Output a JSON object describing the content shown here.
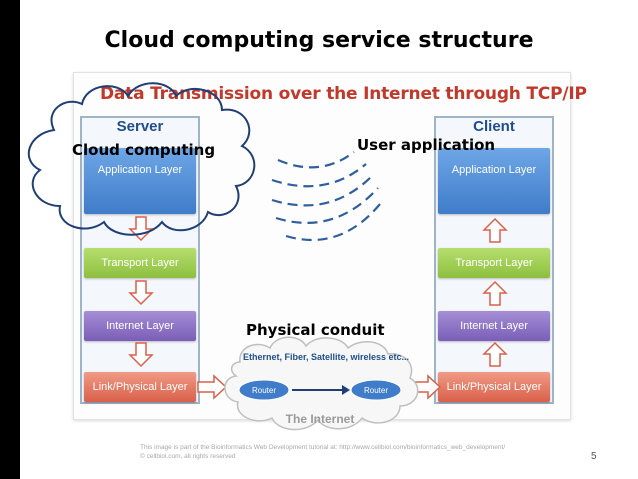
{
  "slide": {
    "title": "Cloud computing service structure",
    "page_number": "5",
    "footnote_line1": "This image is part of the Bioinformatics Web Development tutorial at: http://www.cellbiol.com/bioinformatics_web_development/",
    "footnote_line2": "© cellbiol.com, all rights reserved"
  },
  "diagram": {
    "title": "Data Transmission over the Internet through TCP/IP",
    "server": {
      "heading": "Server",
      "layers": [
        "Application Layer",
        "Transport Layer",
        "Internet Layer",
        "Link/Physical Layer"
      ]
    },
    "client": {
      "heading": "Client",
      "layers": [
        "Application Layer",
        "Transport Layer",
        "Internet Layer",
        "Link/Physical Layer"
      ]
    },
    "internet": {
      "media": "Ethernet, Fiber, Satellite, wireless etc...",
      "router_left": "Router",
      "router_right": "Router",
      "label": "The Internet"
    }
  },
  "annotations": {
    "cloud_computing": "Cloud computing",
    "user_application": "User application",
    "physical_conduit": "Physical conduit"
  },
  "colors": {
    "diagram_title": "#c0392b",
    "heading": "#1f4e8c",
    "application_layer": "#4f8ad6",
    "transport_layer": "#9bcb52",
    "internet_layer": "#8a6fc6",
    "link_layer": "#e27560",
    "arrow_outline": "#d9604a",
    "signal_waves": "#2f5f9e",
    "cloud_outline": "#1f3f75"
  }
}
